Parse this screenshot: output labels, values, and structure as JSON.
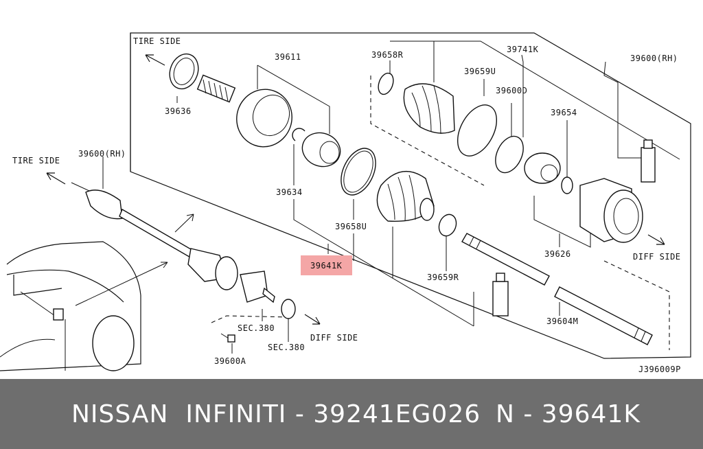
{
  "diagram": {
    "labels": {
      "tire_side_top": "TIRE SIDE",
      "tire_side_left": "TIRE SIDE",
      "diff_side_right": "DIFF SIDE",
      "diff_side_bottom": "DIFF SIDE",
      "p39611": "39611",
      "p39658R": "39658R",
      "p39741K": "39741K",
      "p39600_rh_top": "39600(RH)",
      "p39636": "39636",
      "p39659U": "39659U",
      "p39600D": "39600D",
      "p39654": "39654",
      "p39600_rh_left": "39600(RH)",
      "p39634": "39634",
      "p39658U": "39658U",
      "p39641K": "39641K",
      "p39626": "39626",
      "p39659R": "39659R",
      "p39604M": "39604M",
      "sec380_a": "SEC.380",
      "sec380_b": "SEC.380",
      "p39600A": "39600A",
      "figure_code": "J396009P"
    },
    "highlight_color": "#f4a6a6"
  },
  "footer": {
    "left_text": "NISSAN  INFINITI - 39241EG026",
    "right_text": "N - 39641K",
    "background": "#6e6e6e"
  }
}
